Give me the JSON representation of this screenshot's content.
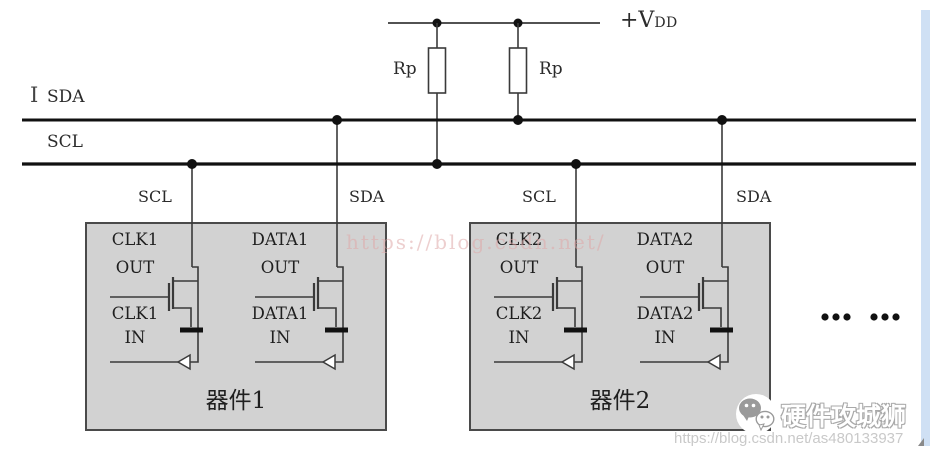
{
  "power": {
    "vdd_prefix": "+V",
    "vdd_sub": "DD",
    "rp_left": "Rp",
    "rp_right": "Rp"
  },
  "buses": {
    "cursor_glyph": "I",
    "sda": "SDA",
    "scl": "SCL"
  },
  "devices": [
    {
      "name": "器件1",
      "scl_pin": "SCL",
      "sda_pin": "SDA",
      "clk_out_1": "CLK1",
      "clk_out_2": "OUT",
      "clk_in_1": "CLK1",
      "clk_in_2": "IN",
      "data_out_1": "DATA1",
      "data_out_2": "OUT",
      "data_in_1": "DATA1",
      "data_in_2": "IN"
    },
    {
      "name": "器件2",
      "scl_pin": "SCL",
      "sda_pin": "SDA",
      "clk_out_1": "CLK2",
      "clk_out_2": "OUT",
      "clk_in_1": "CLK2",
      "clk_in_2": "IN",
      "data_out_1": "DATA2",
      "data_out_2": "OUT",
      "data_in_1": "DATA2",
      "data_in_2": "IN"
    }
  ],
  "watermarks": {
    "center": "https://blog.csdn.net/",
    "bottom_url": "https://blog.csdn.net/as480133937",
    "badge": "硬件攻城狮"
  },
  "icons": {
    "wechat": "wechat-badge-icon",
    "continuation": "continuation-dots-icon",
    "ground": "ground-icon",
    "buffer": "input-buffer-triangle-icon"
  },
  "colors": {
    "bus_line": "#111111",
    "wire": "#3a3a3a",
    "box_fill": "#d2d2d2",
    "box_border": "#4a4a4a",
    "scrollbar": "#cfe0f4",
    "watermark_pink": "#deA8a8",
    "watermark_gray": "#c9c9c9"
  }
}
